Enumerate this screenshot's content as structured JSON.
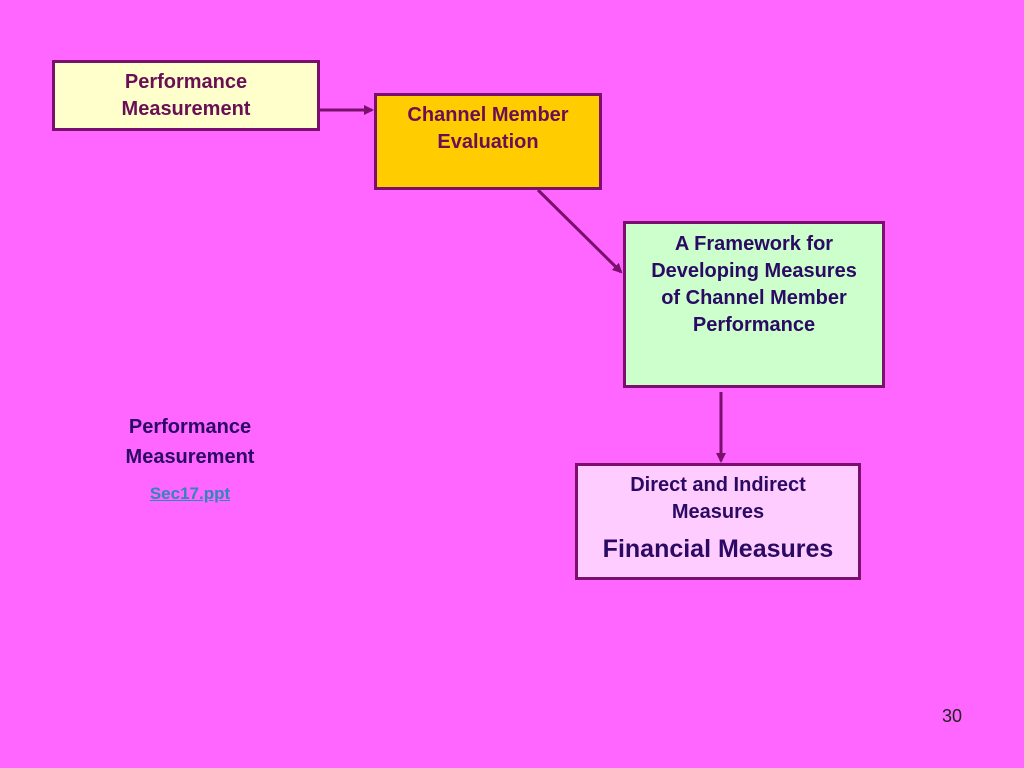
{
  "colors": {
    "background": "#ff66ff",
    "box_border": "#7a0f6e",
    "arrow": "#7a0f6e",
    "box_performance": "#ffffcc",
    "box_channel": "#ffcc00",
    "box_framework": "#ccffcc",
    "box_measures": "#ffccff",
    "link": "#2f86b8"
  },
  "boxes": {
    "performance": {
      "line1": "Performance",
      "line2": "Measurement"
    },
    "channel": {
      "line1": "Channel Member",
      "line2": "Evaluation"
    },
    "framework": {
      "line1": "A Framework for",
      "line2": "Developing Measures",
      "line3": "of Channel Member",
      "line4": "Performance"
    },
    "measures": {
      "line1": "Direct and Indirect",
      "line2": "Measures",
      "line3": "Financial Measures"
    }
  },
  "side": {
    "line1": "Performance",
    "line2": "Measurement",
    "link": "Sec17.ppt"
  },
  "page_number": "30"
}
